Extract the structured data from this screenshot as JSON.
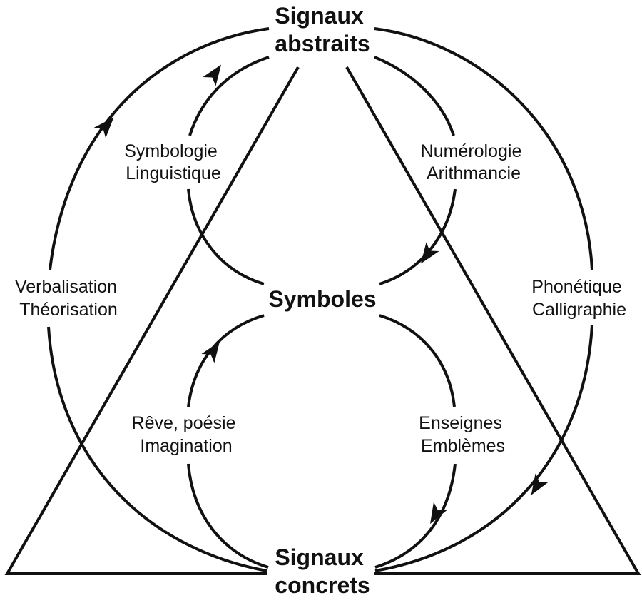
{
  "nodes": {
    "top": {
      "line1": "Signaux",
      "line2": "abstraits"
    },
    "center": {
      "label": "Symboles"
    },
    "bottom": {
      "line1": "Signaux",
      "line2": "concrets"
    }
  },
  "edges": {
    "outer_left": {
      "line1": "Verbalisation",
      "line2": "Théorisation"
    },
    "outer_right": {
      "line1": "Phonétique",
      "line2": "Calligraphie"
    },
    "inner_top_left": {
      "line1": "Symbologie",
      "line2": "Linguistique"
    },
    "inner_top_right": {
      "line1": "Numérologie",
      "line2": "Arithmancie"
    },
    "inner_bottom_left": {
      "line1": "Rêve, poésie",
      "line2": "Imagination"
    },
    "inner_bottom_right": {
      "line1": "Enseignes",
      "line2": "Emblèmes"
    }
  },
  "colors": {
    "ink": "#111111",
    "background": "#ffffff"
  }
}
